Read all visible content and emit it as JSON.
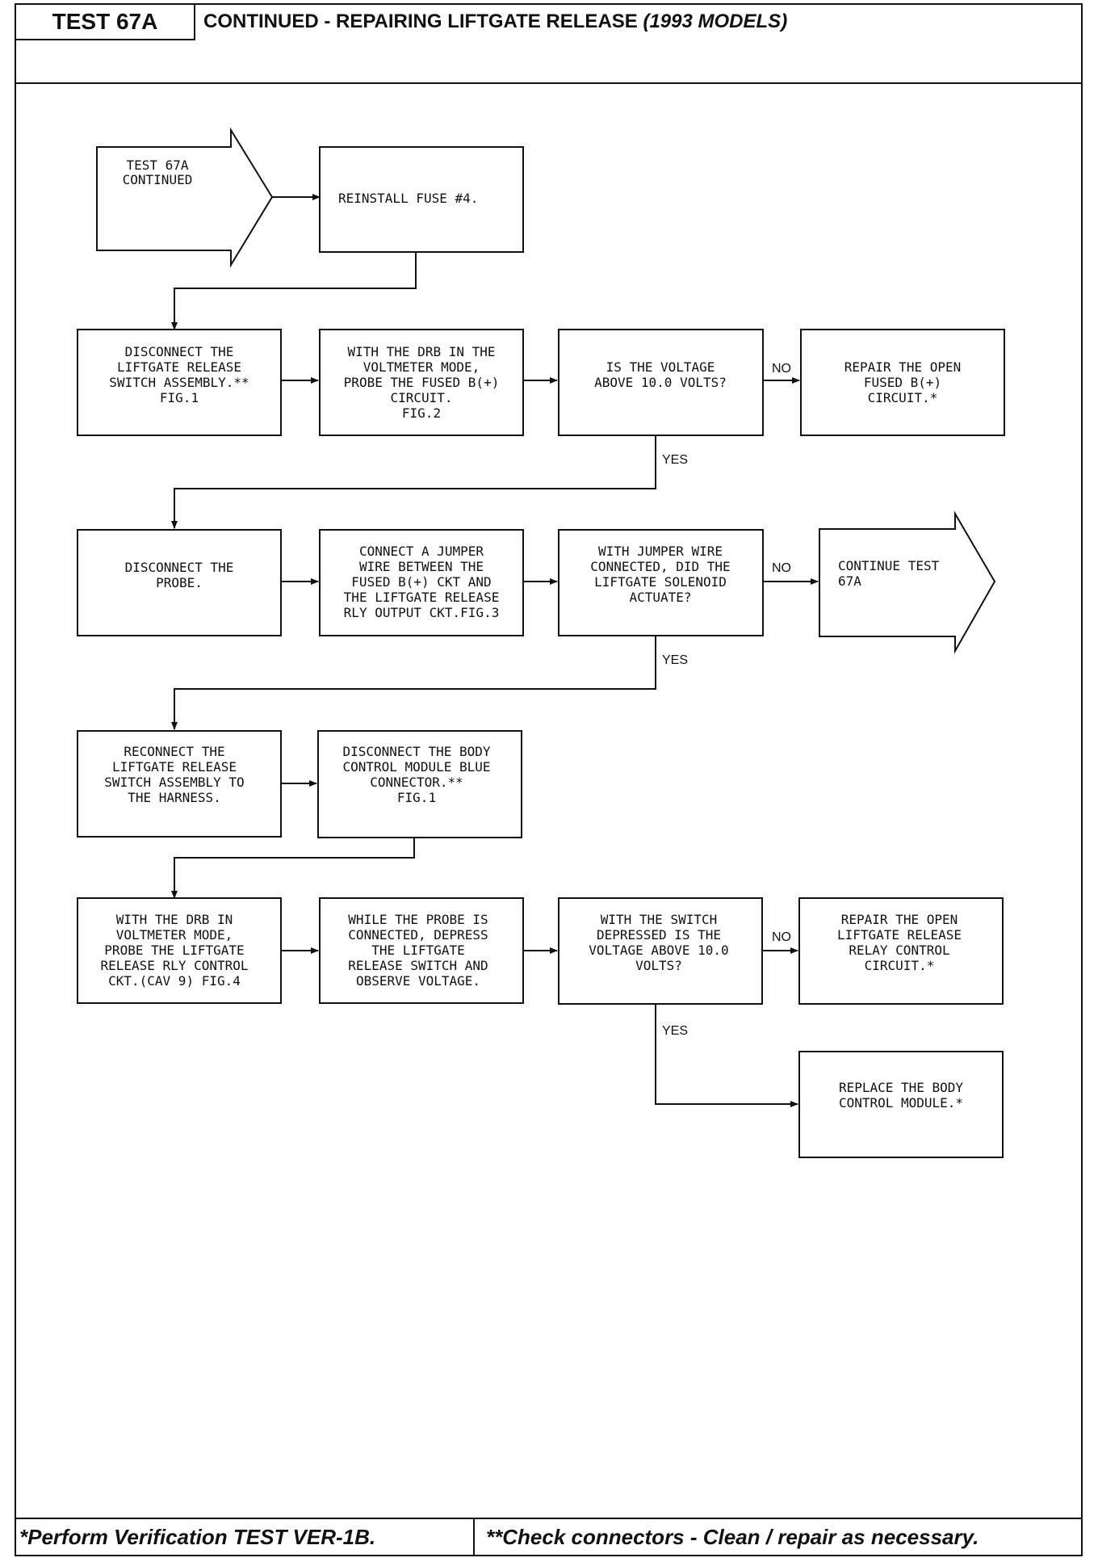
{
  "header": {
    "test_id": "TEST 67A",
    "title": "CONTINUED - REPAIRING LIFTGATE RELEASE",
    "subtitle": "(1993 MODELS)"
  },
  "flow": {
    "start": [
      "TEST 67A",
      "CONTINUED"
    ],
    "reinstall_fuse": [
      "REINSTALL FUSE #4."
    ],
    "disconnect_switch": [
      "DISCONNECT THE",
      "LIFTGATE RELEASE",
      "SWITCH ASSEMBLY.**",
      "",
      "FIG.1"
    ],
    "drb_fused": [
      "WITH THE DRB IN THE",
      "VOLTMETER MODE,",
      "PROBE THE FUSED B(+)",
      "CIRCUIT.",
      "FIG.2"
    ],
    "voltage_q1": [
      "IS THE VOLTAGE",
      "ABOVE 10.0 VOLTS?"
    ],
    "repair_fused": [
      "REPAIR THE OPEN",
      "FUSED B(+)",
      "CIRCUIT.*"
    ],
    "disconnect_probe": [
      "DISCONNECT THE",
      "PROBE."
    ],
    "jumper": [
      "CONNECT A JUMPER",
      "WIRE BETWEEN THE",
      "FUSED B(+) CKT AND",
      "THE LIFTGATE RELEASE",
      "RLY OUTPUT CKT.FIG.3"
    ],
    "solenoid_q": [
      "WITH JUMPER WIRE",
      "CONNECTED, DID THE",
      "LIFTGATE SOLENOID",
      "ACTUATE?"
    ],
    "continue_test": [
      "CONTINUE TEST",
      "67A"
    ],
    "reconnect": [
      "RECONNECT THE",
      "LIFTGATE RELEASE",
      "SWITCH ASSEMBLY TO",
      "THE HARNESS."
    ],
    "disconnect_bcm": [
      "DISCONNECT THE BODY",
      "CONTROL MODULE BLUE",
      "CONNECTOR.**",
      "",
      "FIG.1"
    ],
    "drb_relay": [
      "WITH THE DRB IN",
      "VOLTMETER MODE,",
      "PROBE THE LIFTGATE",
      "RELEASE RLY CONTROL",
      "CKT.(CAV 9) FIG.4"
    ],
    "depress": [
      "WHILE THE PROBE IS",
      "CONNECTED, DEPRESS",
      "THE LIFTGATE",
      "RELEASE SWITCH AND",
      "OBSERVE VOLTAGE."
    ],
    "voltage_q2": [
      "WITH THE SWITCH",
      "DEPRESSED IS THE",
      "VOLTAGE ABOVE 10.0",
      "VOLTS?"
    ],
    "repair_relay": [
      "REPAIR THE OPEN",
      "LIFTGATE RELEASE",
      "RELAY CONTROL",
      "CIRCUIT.*"
    ],
    "replace_bcm": [
      "REPLACE THE BODY",
      "CONTROL MODULE.*"
    ],
    "labels": {
      "no": "NO",
      "yes": "YES"
    }
  },
  "footer": {
    "left": "*Perform Verification TEST VER-1B.",
    "right": "**Check connectors - Clean / repair as necessary."
  }
}
